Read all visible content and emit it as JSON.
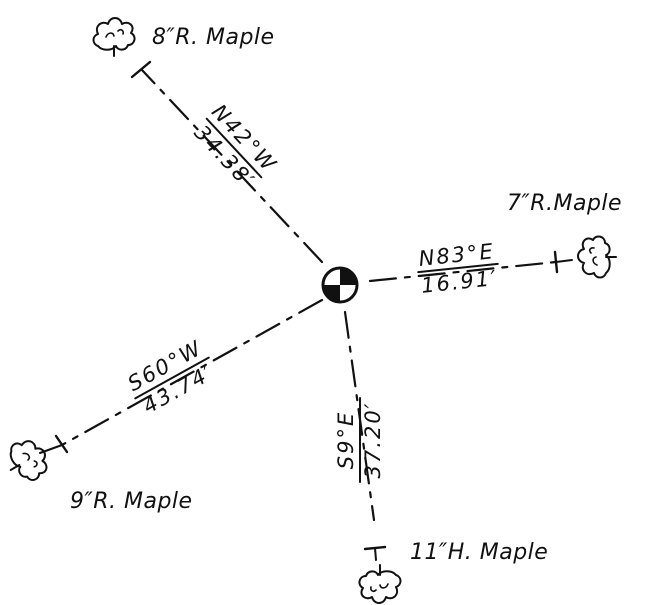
{
  "center_marker": {
    "icon": "survey-benchmark-icon"
  },
  "references": [
    {
      "id": "nw",
      "tree_label": "8″R. Maple",
      "bearing": "N42°W",
      "distance": "34.38′",
      "icon": "tree-icon"
    },
    {
      "id": "e",
      "tree_label": "7″R.Maple",
      "bearing": "N83°E",
      "distance": "16.91′",
      "icon": "tree-icon"
    },
    {
      "id": "sw",
      "tree_label": "9″R. Maple",
      "bearing": "S60°W",
      "distance": "43.74′",
      "icon": "tree-icon"
    },
    {
      "id": "s",
      "tree_label": "11″H. Maple",
      "bearing": "S9°E",
      "distance": "37.20′",
      "icon": "tree-icon"
    }
  ]
}
